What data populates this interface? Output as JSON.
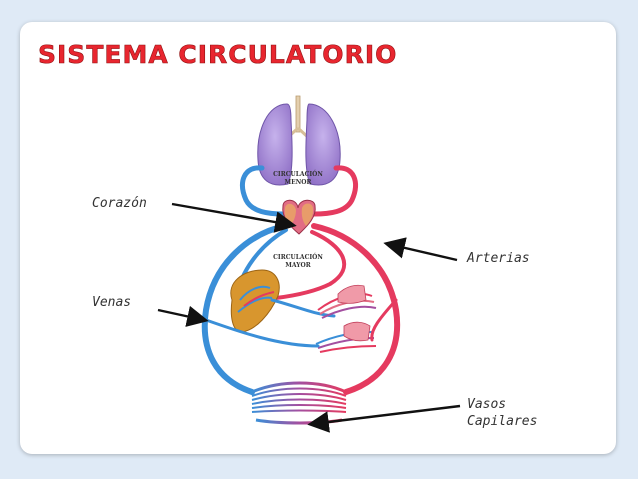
{
  "title": "SISTEMA CIRCULATORIO",
  "diagram": {
    "circulacion_menor": [
      "CIRCULACIÓN",
      "MENOR"
    ],
    "circulacion_mayor": [
      "CIRCULACIÓN",
      "MAYOR"
    ]
  },
  "labels": {
    "corazon": "Corazón",
    "arterias": "Arterias",
    "venas": "Venas",
    "vasos_line1": "Vasos",
    "vasos_line2": "Capilares"
  },
  "colors": {
    "title": "#e8262f",
    "venous": "#3a8fd8",
    "arterial": "#e53a5f",
    "lungs": "#a78bd6",
    "liver": "#d8962e"
  }
}
